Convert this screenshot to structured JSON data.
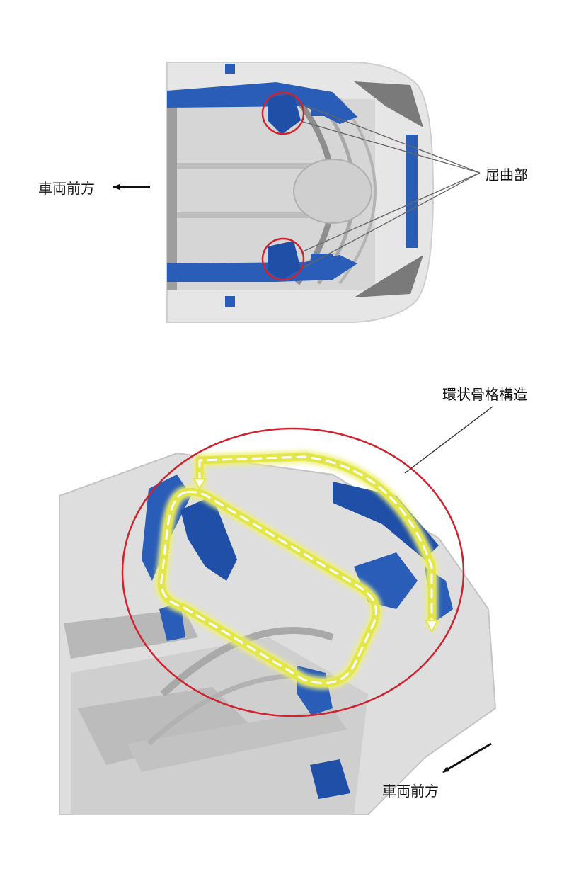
{
  "labels": {
    "front_top": "車両前方",
    "bend": "屈曲部",
    "ring": "環状骨格構造",
    "front_bottom": "車両前方"
  },
  "colors": {
    "highlight_circle": "#d0222e",
    "frame_blue": "#2a5db8",
    "body_gray": "#c8c8c8",
    "ring_path": "#e8ec5a"
  }
}
